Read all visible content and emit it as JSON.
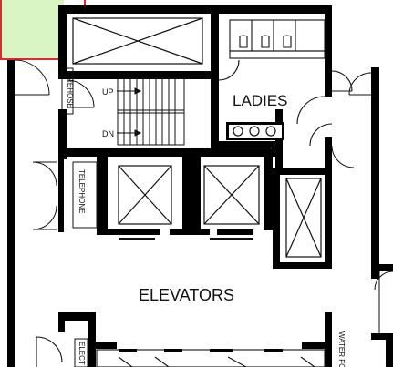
{
  "labels": {
    "ladies": "LADIES",
    "elevators": "ELEVATORS",
    "telephone": "TELEPHONE",
    "firehose": "FIREHOSE",
    "stair_up": "UP",
    "stair_down": "DN",
    "elect": "ELECT",
    "water": "WATER FO"
  },
  "colors": {
    "wall": "#000000",
    "highlight_fill": "#d9f5c4",
    "highlight_border": "#e3262f",
    "line": "#111111"
  }
}
